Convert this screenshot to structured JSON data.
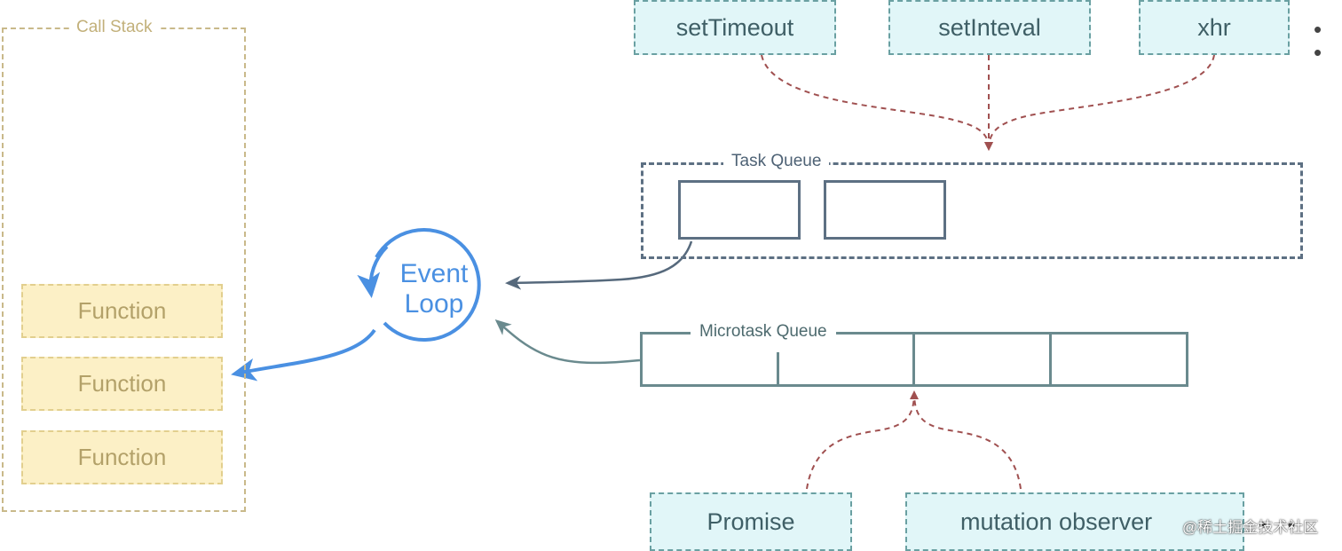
{
  "call_stack": {
    "label": "Call Stack",
    "functions": [
      "Function",
      "Function",
      "Function"
    ]
  },
  "event_loop": {
    "line1": "Event",
    "line2": "Loop"
  },
  "web_apis": {
    "items": [
      "setTimeout",
      "setInteval",
      "xhr"
    ],
    "more": "• •"
  },
  "task_queue": {
    "label": "Task Queue"
  },
  "microtask_queue": {
    "label": "Microtask Queue"
  },
  "microtask_sources": {
    "items": [
      "Promise",
      "mutation observer"
    ],
    "more": "• •"
  },
  "watermark": "@稀土掘金技术社区",
  "colors": {
    "call_stack_border": "#c9b98a",
    "function_fill": "#fcf0c6",
    "api_fill": "#e1f6f8",
    "event_loop": "#4a90e2",
    "queue_border": "#5d7083",
    "microtask_border": "#6a8a8e",
    "source_arrows": "#a05050"
  }
}
